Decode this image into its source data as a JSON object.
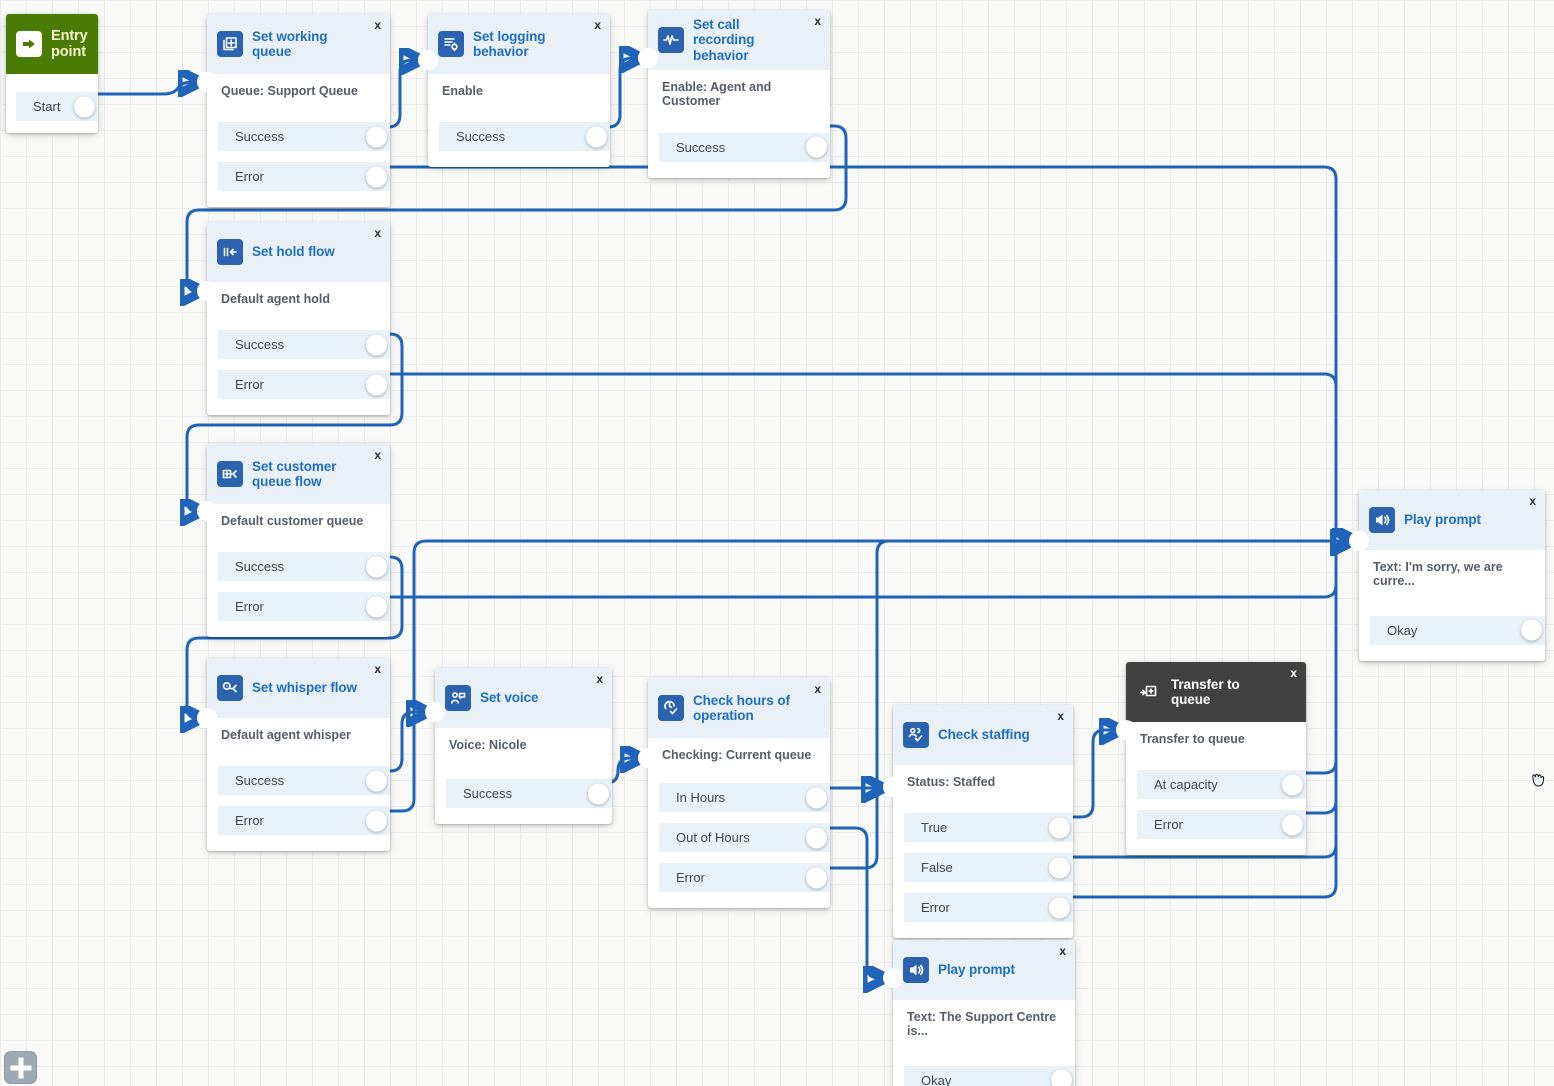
{
  "ui": {
    "close": "x"
  },
  "colors": {
    "connector": "#1f64b8",
    "title_blue": "#1f6fbf",
    "icon_badge_blue": "#2c63ae",
    "entry_green": "#4a7c05",
    "selected_header_dark": "#414141",
    "row_background": "#e9f1f9",
    "header_background": "#e9f0f8"
  },
  "blocks": {
    "entry": {
      "title": "Entry point",
      "outputs": [
        "Start"
      ]
    },
    "working_queue": {
      "title": "Set working queue",
      "body": "Queue: Support Queue",
      "outputs": [
        "Success",
        "Error"
      ]
    },
    "logging": {
      "title": "Set logging behavior",
      "body": "Enable",
      "outputs": [
        "Success"
      ]
    },
    "recording": {
      "title": "Set call recording behavior",
      "body": "Enable: Agent and Customer",
      "outputs": [
        "Success"
      ]
    },
    "hold": {
      "title": "Set hold flow",
      "body": "Default agent hold",
      "outputs": [
        "Success",
        "Error"
      ]
    },
    "customer_queue": {
      "title": "Set customer queue flow",
      "body": "Default customer queue",
      "outputs": [
        "Success",
        "Error"
      ]
    },
    "whisper": {
      "title": "Set whisper flow",
      "body": "Default agent whisper",
      "outputs": [
        "Success",
        "Error"
      ]
    },
    "voice": {
      "title": "Set voice",
      "body": "Voice: Nicole",
      "outputs": [
        "Success"
      ]
    },
    "hours": {
      "title": "Check hours of operation",
      "body": "Checking: Current queue",
      "outputs": [
        "In Hours",
        "Out of Hours",
        "Error"
      ]
    },
    "staffing": {
      "title": "Check staffing",
      "body": "Status: Staffed",
      "outputs": [
        "True",
        "False",
        "Error"
      ]
    },
    "transfer": {
      "title": "Transfer to queue",
      "body": "Transfer to queue",
      "outputs": [
        "At capacity",
        "Error"
      ]
    },
    "prompt_capacity": {
      "title": "Play prompt",
      "body": "Text: I'm sorry, we are curre...",
      "outputs": [
        "Okay"
      ]
    },
    "prompt_closed": {
      "title": "Play prompt",
      "body": "Text: The Support Centre is...",
      "outputs": [
        "Okay"
      ]
    }
  }
}
